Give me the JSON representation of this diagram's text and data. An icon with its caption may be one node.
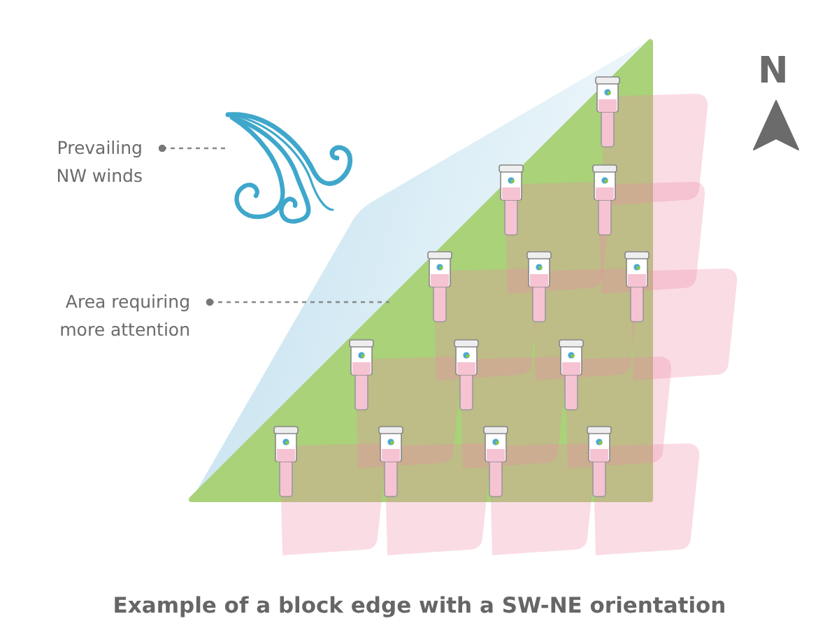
{
  "diagram": {
    "caption": "Example of a block edge with a SW-NE orientation",
    "nodes": [
      {
        "text": [
          "Prevailing NW winds"
        ]
      },
      {
        "text": [],
        "shape": "picture"
      },
      {
        "text": [
          "Area requiring more attention"
        ]
      },
      {
        "text": [],
        "shape": "picture"
      }
    ],
    "edges": [
      {
        "from": 0,
        "to": 1,
        "arrow": "other",
        "style": "dashed"
      },
      {
        "from": 2,
        "to": 3,
        "arrow": "other",
        "style": "dashed"
      }
    ],
    "labels": [
      "N"
    ]
  }
}
